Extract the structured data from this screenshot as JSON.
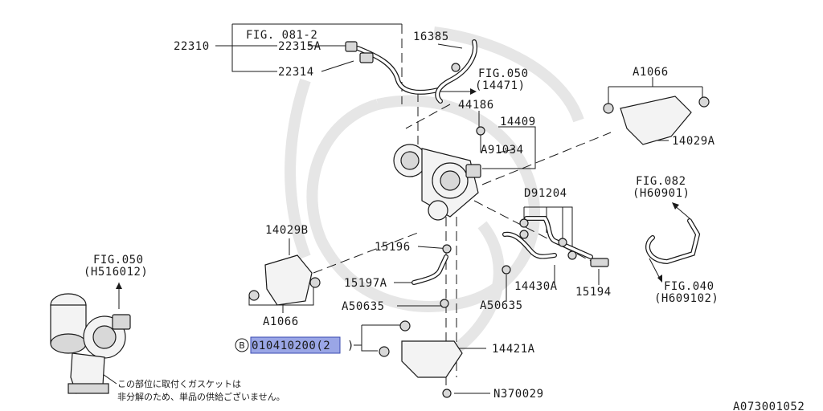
{
  "labels": {
    "p22310": "22310",
    "fig081_2": "FIG. 081-2",
    "p22315a": "22315A",
    "p22314": "22314",
    "p16385": "16385",
    "fig050_top": "FIG.050",
    "fig050_top_sub": "(14471)",
    "p44186": "44186",
    "p14409": "14409",
    "a91034": "A91034",
    "a1066_top": "A1066",
    "p14029a": "14029A",
    "fig082": "FIG.082",
    "fig082_sub": "(H60901)",
    "d91204": "D91204",
    "p14029b": "14029B",
    "p15196": "15196",
    "fig050_left": "FIG.050",
    "fig050_left_sub": "(H516012)",
    "p15197a": "15197A",
    "p14430a": "14430A",
    "p15194": "15194",
    "a50635_left": "A50635",
    "a50635_right": "A50635",
    "a1066_bottom": "A1066",
    "fig040": "FIG.040",
    "fig040_sub": "(H609102)",
    "bolt_marker": "B",
    "bolt_part": "010410200(2",
    "bolt_bracket": ")",
    "p14421a": "14421A",
    "n370029": "N370029",
    "note_line1": "この部位に取付くガスケットは",
    "note_line2": "非分解のため、単品の供給ございません。",
    "diagram_id": "A073001052"
  },
  "colors": {
    "highlight": "#9aa6e6",
    "line": "#1a1a1a",
    "watermark": "#e6e6e6"
  }
}
